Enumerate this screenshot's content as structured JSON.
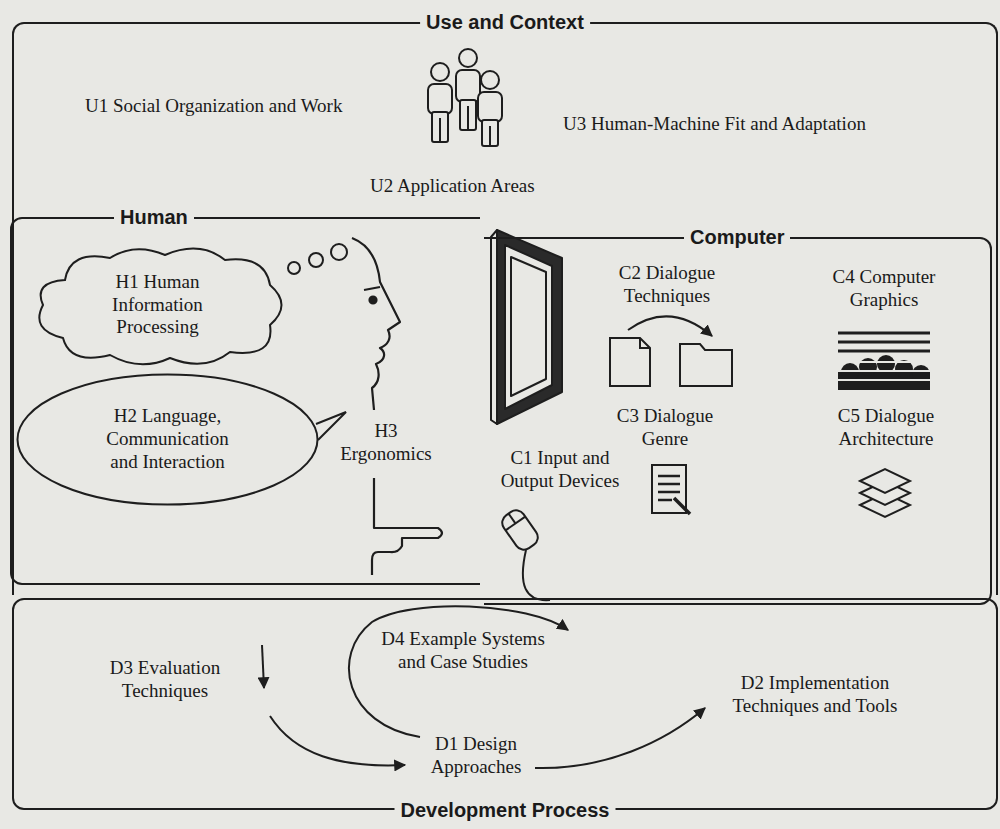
{
  "diagram": {
    "nodes": [
      {
        "text": [
          "Use and Context"
        ]
      },
      {
        "text": [
          "Human"
        ],
        "in": 0
      },
      {
        "text": [
          "H1 Human Information Processing"
        ],
        "in": 1
      },
      {
        "text": [
          "H2 Language, Communication and Interaction"
        ],
        "in": 1
      },
      {
        "text": [
          "Computer"
        ],
        "in": 0
      },
      {
        "text": [
          "Development Process"
        ]
      }
    ],
    "labels": [
      "U1 Social Organization and Work",
      "U3 Human-Machine Fit and Adaptation",
      "U2 Application Areas",
      "H3 Ergonomics",
      "C2 Dialogue Techniques",
      "C4 Computer Graphics",
      "C3 Dialogue Genre",
      "C5 Dialogue Architecture",
      "C1 Input and Output Devices",
      "D4 Example Systems and Case Studies",
      "D3 Evaluation Techniques",
      "D2 Implementation Techniques and Tools",
      "D1 Design Approaches"
    ]
  }
}
